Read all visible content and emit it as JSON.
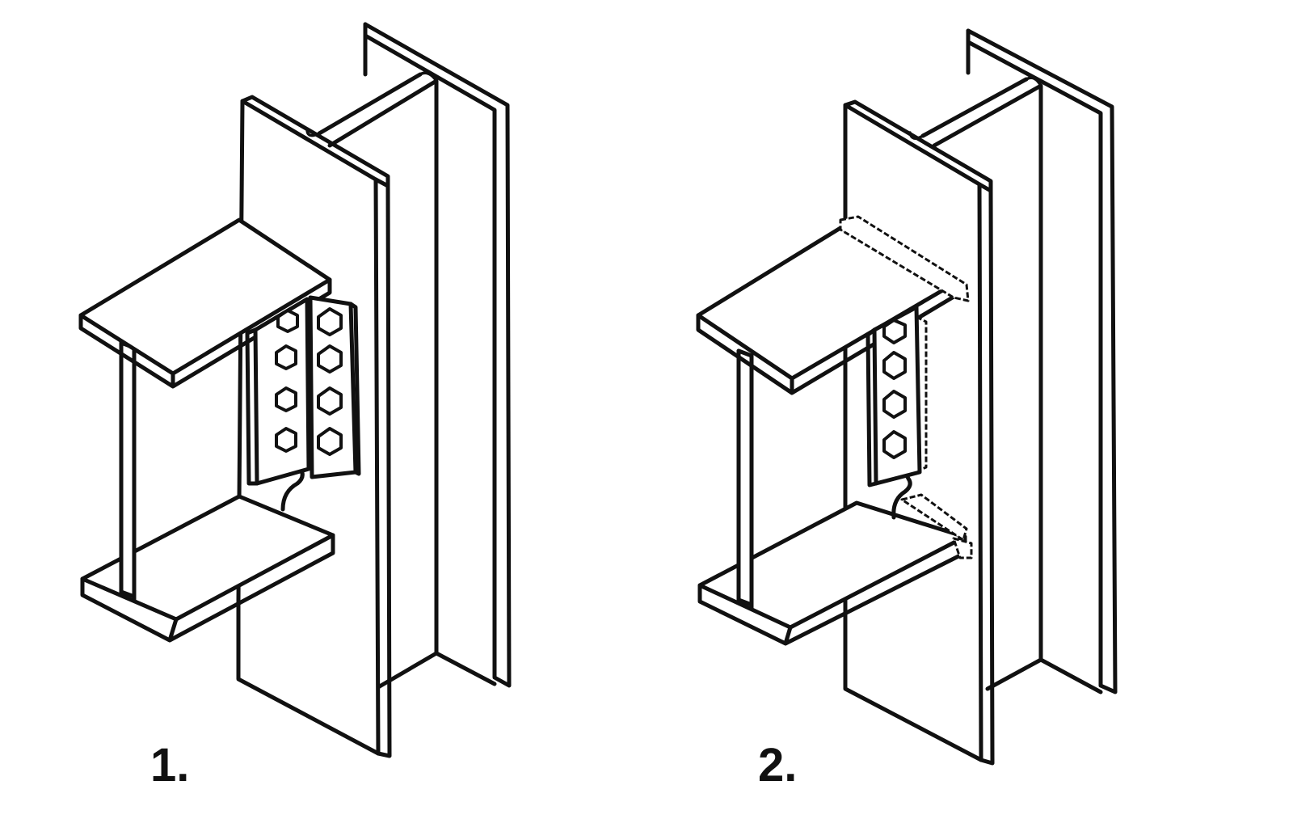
{
  "figure": {
    "connections": [
      {
        "label": "1.",
        "type": "bolted-shear-tab"
      },
      {
        "label": "2.",
        "type": "welded-moment-connection"
      }
    ]
  },
  "colors": {
    "ink": "#111111",
    "paper": "#ffffff"
  }
}
